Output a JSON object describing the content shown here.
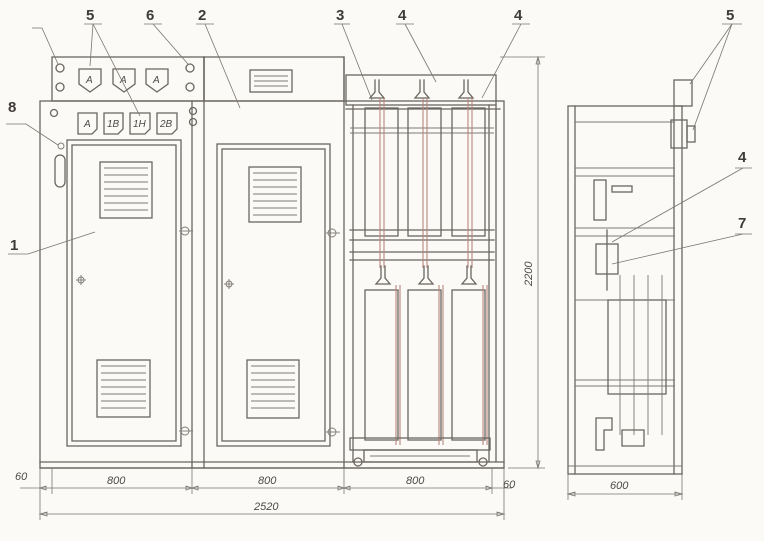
{
  "callouts": {
    "l1": "1",
    "l2": "2",
    "l3": "3",
    "l4a": "4",
    "l4b": "4",
    "l4c": "4",
    "l5a": "5",
    "l5b": "5",
    "l6": "6",
    "l7": "7",
    "l8": "8"
  },
  "instrument_labels": {
    "meter_a1": "A",
    "meter_a2": "A",
    "meter_a3": "A",
    "switch_a": "A",
    "switch_1b": "1B",
    "switch_1h": "1H",
    "switch_2b": "2B"
  },
  "dimensions": {
    "margin_left": "60",
    "panel_1_width": "800",
    "panel_2_width": "800",
    "panel_3_width": "800",
    "margin_right": "60",
    "total_width": "2520",
    "height": "2200",
    "depth": "600"
  }
}
